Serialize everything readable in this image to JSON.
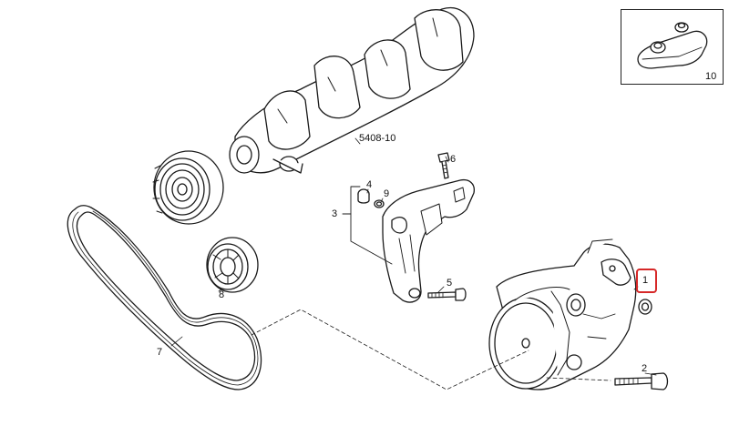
{
  "diagram": {
    "callouts": {
      "p1": "1",
      "p2": "2",
      "p3": "3",
      "p4": "4",
      "p5": "5",
      "p6": "6",
      "p7": "7",
      "p8": "8",
      "p9": "9",
      "p10": "10"
    },
    "crankshaft_ref": "5408-10",
    "highlight_color": "#d62828",
    "highlighted_part": "1"
  }
}
